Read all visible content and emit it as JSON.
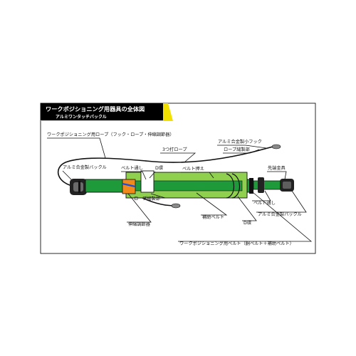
{
  "header": {
    "title": "ワークポジショニング用器具の全体図",
    "subtitle": "アルミワンタッチバックル",
    "bg_color": "#000000",
    "accent_color": "#f2e000"
  },
  "colors": {
    "belt": "#1f9a3a",
    "belt_light": "#8fd14f",
    "frame": "#111111",
    "hook": "#8a8a8a"
  },
  "labels": {
    "work_rope": "ワークポジショニング用ロープ（フック・ロープ・伸縮調節器）",
    "alu_buckle": "アルミ合金製バックル",
    "belt_loop_1": "ベルト通し",
    "d_ring_1": "D環",
    "three_strand_rope": "3つ打ロープ",
    "belt_keeper": "ベルト押え",
    "alu_small_hook": "アルミ合金製小フック",
    "rope_sewn_1": "ロープ縫製部",
    "tip_fitting": "先端金具",
    "rope_sewn_2": "ロープ縫製部",
    "belt_loop_2": "ベルト通し",
    "alu_buckle_2": "アルミ合金製バックル",
    "adjuster": "伸縮調節器",
    "aux_belt": "補助ベルト",
    "d_ring_2": "D環",
    "work_belt": "ワークポジショニング用ベルト（胴ベルト＋補助ベルト）"
  }
}
